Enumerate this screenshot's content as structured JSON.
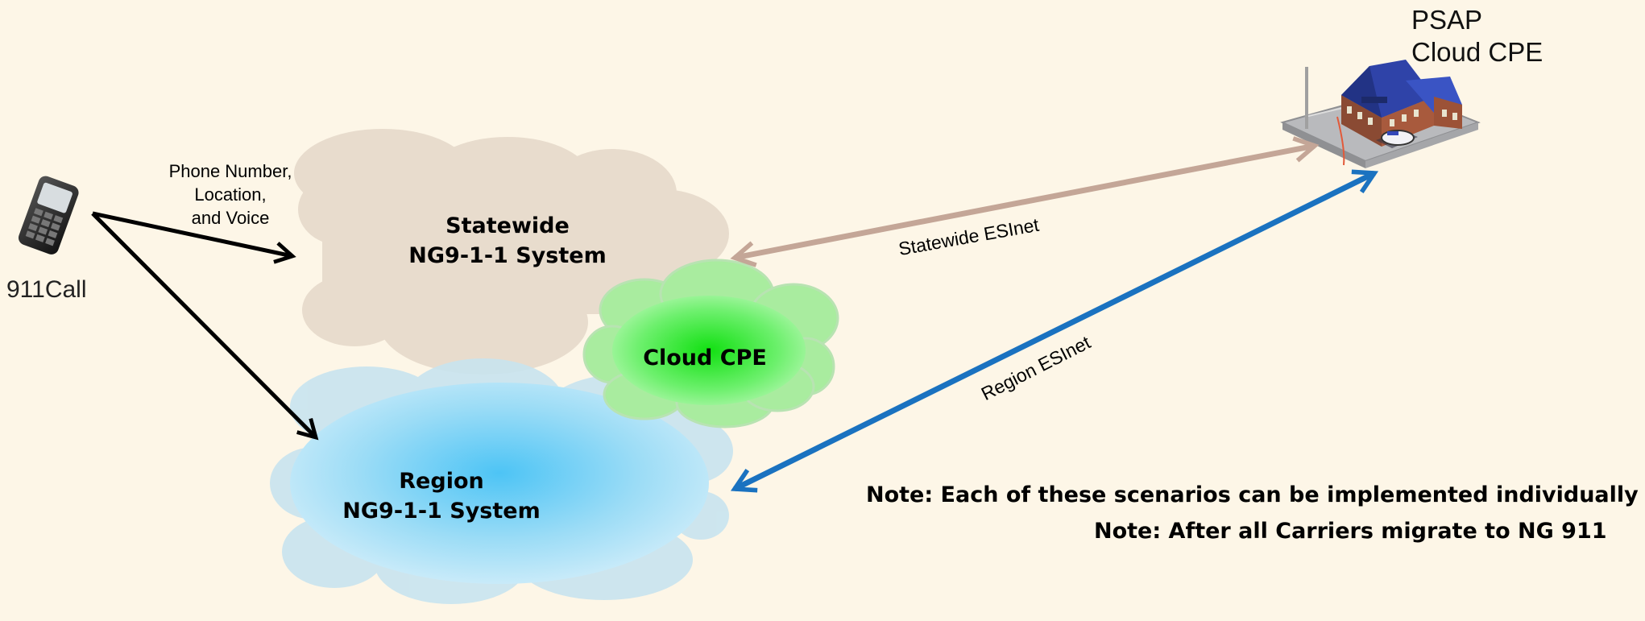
{
  "caller": {
    "label": "911Call",
    "icon": "phone-icon"
  },
  "call_info": [
    "Phone Number,",
    "Location,",
    "and Voice"
  ],
  "statewide": {
    "line1": "Statewide",
    "line2": "NG9-1-1 System",
    "color": "#e8dccd"
  },
  "region": {
    "line1": "Region",
    "line2": "NG9-1-1 System",
    "color": "#5fcdf5"
  },
  "cloud_cpe": {
    "label": "Cloud CPE",
    "color": "#22e622"
  },
  "psap": {
    "line1": "PSAP",
    "line2": "Cloud CPE",
    "icon": "police-building-icon"
  },
  "links": {
    "statewide": "Statewide ESInet",
    "region": "Region ESInet"
  },
  "notes": [
    "Note: Each of these scenarios can be implemented individually",
    "Note: After all Carriers migrate to NG 911"
  ],
  "colors": {
    "background": "#fdf6e7",
    "statewide_link": "#c4a697",
    "region_link": "#1a72c0",
    "call_arrow": "#000000"
  }
}
